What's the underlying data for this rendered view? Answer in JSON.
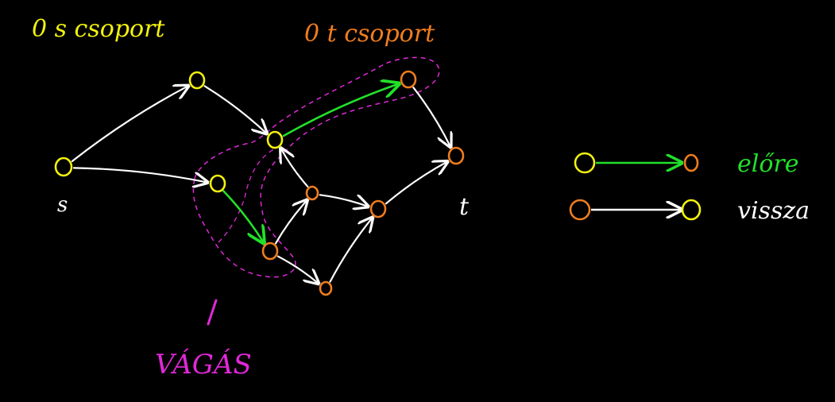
{
  "labels": {
    "s_group": "0 s csoport",
    "t_group": "0 t csoport",
    "source": "s",
    "sink": "t",
    "cut": "VÁGÁS",
    "forward": "előre",
    "backward": "vissza"
  },
  "colors": {
    "background": "#000000",
    "s_side_node": "#f2f20f",
    "t_side_node": "#f07d1e",
    "edge": "#ffffff",
    "forward_edge": "#22e02a",
    "cut_outline": "#e028d8",
    "s_label": "#f2f20f",
    "t_label": "#f07d1e",
    "cut_label": "#e028d8",
    "forward_label": "#22e02a",
    "backward_label": "#ffffff"
  },
  "graph": {
    "nodes": [
      {
        "id": "s",
        "group": "s"
      },
      {
        "id": "a",
        "group": "s"
      },
      {
        "id": "b",
        "group": "s"
      },
      {
        "id": "c",
        "group": "s"
      },
      {
        "id": "d",
        "group": "t"
      },
      {
        "id": "e",
        "group": "t"
      },
      {
        "id": "f",
        "group": "t"
      },
      {
        "id": "g",
        "group": "t"
      },
      {
        "id": "h",
        "group": "t"
      },
      {
        "id": "t",
        "group": "t"
      }
    ],
    "edges": [
      {
        "from": "s",
        "to": "a",
        "kind": "normal"
      },
      {
        "from": "s",
        "to": "b",
        "kind": "normal"
      },
      {
        "from": "a",
        "to": "c",
        "kind": "normal"
      },
      {
        "from": "c",
        "to": "d",
        "kind": "forward"
      },
      {
        "from": "b",
        "to": "f",
        "kind": "forward"
      },
      {
        "from": "d",
        "to": "t",
        "kind": "normal"
      },
      {
        "from": "e",
        "to": "c",
        "kind": "normal"
      },
      {
        "from": "f",
        "to": "e",
        "kind": "normal"
      },
      {
        "from": "e",
        "to": "g",
        "kind": "normal"
      },
      {
        "from": "f",
        "to": "h",
        "kind": "normal"
      },
      {
        "from": "h",
        "to": "g",
        "kind": "normal"
      },
      {
        "from": "g",
        "to": "t",
        "kind": "normal"
      }
    ]
  },
  "legend": [
    {
      "from_group": "s",
      "to_group": "t",
      "kind": "forward",
      "text_key": "forward"
    },
    {
      "from_group": "t",
      "to_group": "s",
      "kind": "normal",
      "text_key": "backward"
    }
  ]
}
